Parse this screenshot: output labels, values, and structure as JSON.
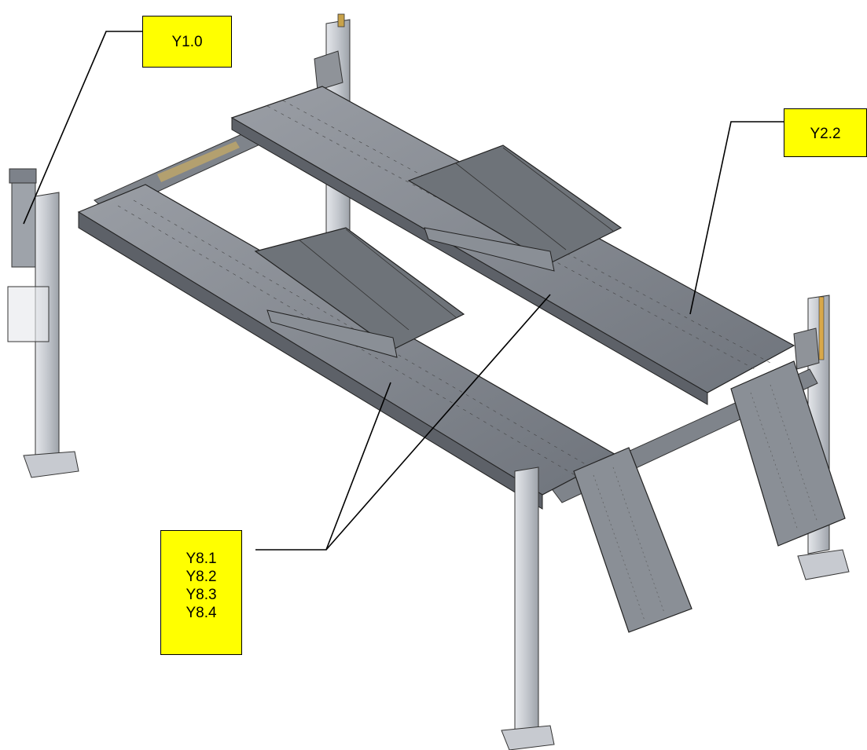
{
  "labels": {
    "y10": "Y1.0",
    "y22": "Y2.2",
    "y8_lines": [
      "Y8.1",
      "Y8.2",
      "Y8.3",
      "Y8.4"
    ]
  },
  "colors": {
    "label_fill": "#ffff00",
    "platform_steel": "#8e929a",
    "column_steel": "#c9cdd3",
    "outline": "#222222"
  }
}
